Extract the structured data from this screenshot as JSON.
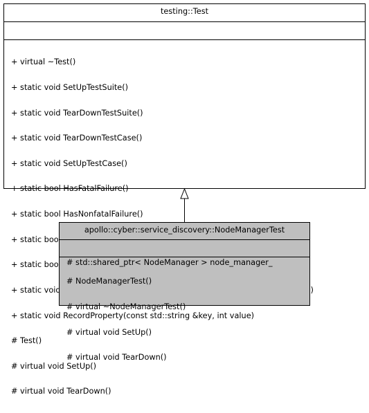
{
  "base_class": {
    "name": "testing::Test",
    "attributes": [],
    "methods": [
      "+ virtual ~Test()",
      "+ static void SetUpTestSuite()",
      "+ static void TearDownTestSuite()",
      "+ static void TearDownTestCase()",
      "+ static void SetUpTestCase()",
      "+ static bool HasFatalFailure()",
      "+ static bool HasNonfatalFailure()",
      "+ static bool IsSkipped()",
      "+ static bool HasFailure()",
      "+ static void RecordProperty(const std::string &key, const std::string &value)",
      "+ static void RecordProperty(const std::string &key, int value)",
      "# Test()",
      "# virtual void SetUp()",
      "# virtual void TearDown()"
    ]
  },
  "derived_class": {
    "name": "apollo::cyber::service_discovery::NodeManagerTest",
    "attributes": [
      "# std::shared_ptr< NodeManager > node_manager_"
    ],
    "methods": [
      "# NodeManagerTest()",
      "# virtual ~NodeManagerTest()",
      "# virtual void SetUp()",
      "# virtual void TearDown()"
    ]
  },
  "colors": {
    "base_fill": "#ffffff",
    "derived_fill": "#bfbfbf",
    "line": "#000000"
  }
}
